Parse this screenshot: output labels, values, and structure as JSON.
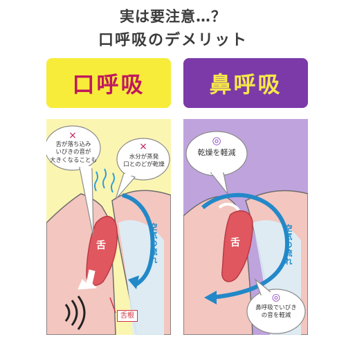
{
  "title": {
    "line1": "実は要注意…？",
    "line2": "口呼吸のデメリット"
  },
  "left": {
    "heading": "口呼吸",
    "bubble1": {
      "mark": "×",
      "line1": "舌が落ち込み",
      "line2": "いびきの音が",
      "line3": "大きくなることも"
    },
    "bubble2": {
      "mark": "×",
      "line1": "水分が蒸発",
      "line2": "口とのどが乾燥"
    },
    "airflow": "空気の流れ",
    "tongue": "舌",
    "root": "舌根",
    "colors": {
      "heading_bg": "#f7ec3a",
      "heading_text": "#c0185e",
      "panel_bg": "#fbf5b2"
    }
  },
  "right": {
    "heading": "鼻呼吸",
    "bubble1": {
      "mark": "◎",
      "line1": "乾燥を軽減"
    },
    "bubble2": {
      "mark": "◎",
      "line1": "鼻呼吸でいびき",
      "line2": "の音を軽減"
    },
    "airflow": "空気の流れ",
    "tongue": "舌",
    "colors": {
      "heading_bg": "#7c3aa8",
      "heading_text": "#f6e84a",
      "panel_bg": "#bfa3dd"
    }
  },
  "icons": [
    "cross-mark-icon",
    "double-circle-icon",
    "airflow-arrow-icon",
    "moisture-arrows-icon",
    "down-arrow-icon",
    "sound-waves-icon"
  ]
}
